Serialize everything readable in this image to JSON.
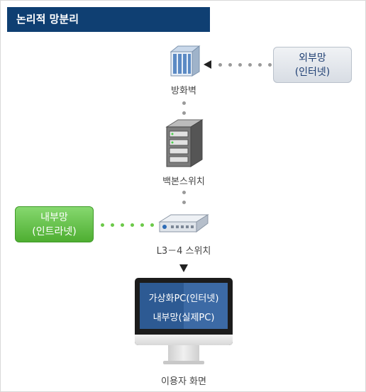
{
  "title": "논리적 망분리",
  "nodes": {
    "firewall": "방화벽",
    "backbone": "백본스위치",
    "l34": "L3－4 스위치",
    "user_screen": "이용자 화면"
  },
  "external_network": {
    "line1": "외부망",
    "line2": "(인터넷)"
  },
  "internal_network": {
    "line1": "내부망",
    "line2": "(인트라넷)"
  },
  "monitor": {
    "line1": "가상화PC(인터넷)",
    "line2": "내부망(실제PC)"
  },
  "icons": [
    "firewall-icon",
    "server-icon",
    "switch-icon",
    "monitor-icon",
    "arrow-left-icon",
    "arrow-down-icon"
  ],
  "colors": {
    "title_bg": "#0f3f72",
    "internal_green": "#5bbd3c",
    "external_gray": "#d8dde4",
    "screen_blue": "#2d5a93"
  }
}
